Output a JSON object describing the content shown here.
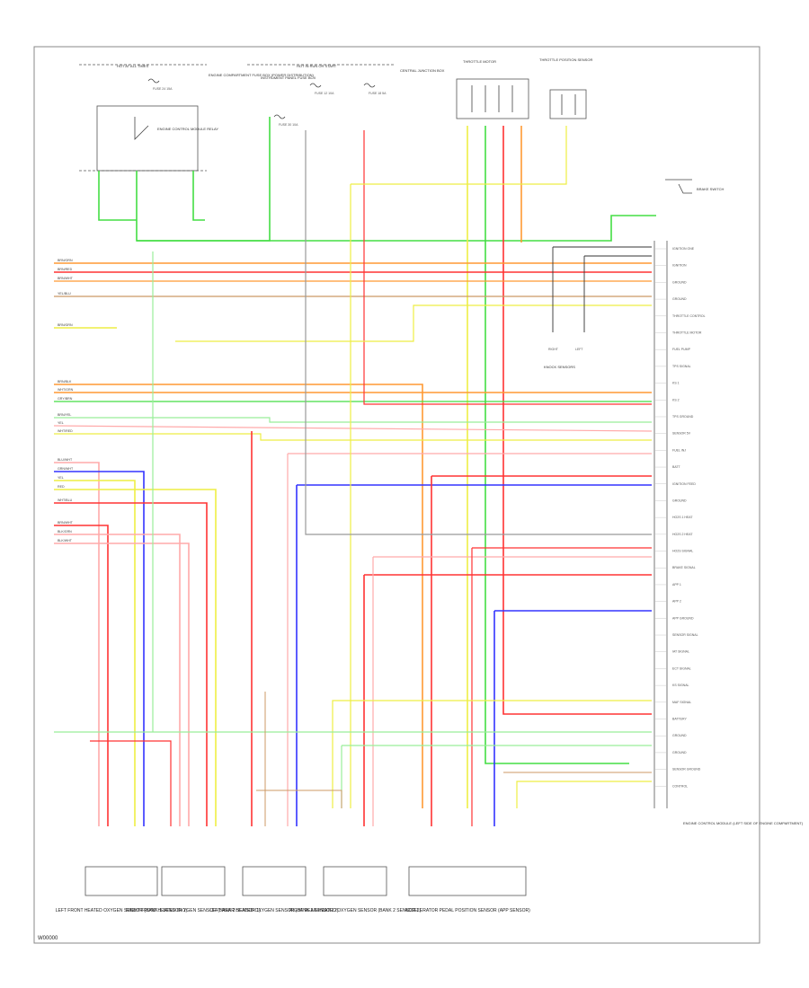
{
  "figure_id": "W00000",
  "sections": {
    "hot_at_all_times": "HOT AT ALL TIMES",
    "hot_run_start": "HOT IN RUN OR START"
  },
  "fuses": [
    {
      "id": "fuse-a",
      "label": "FUSE 24 15A"
    },
    {
      "id": "fuse-b",
      "label": "FUSE 12 10A"
    },
    {
      "id": "fuse-c",
      "label": "FUSE 18 5A"
    },
    {
      "id": "fuse-d",
      "label": "FUSE 30 10A"
    }
  ],
  "components": {
    "engine_ecu_relay": "ENGINE CONTROL MODULE RELAY",
    "engine_compartment_fuse_box": "ENGINE COMPARTMENT FUSE BOX (POWER DISTRIBUTION)",
    "instrument_fuse_box": "INSTRUMENT PANEL FUSE BOX",
    "central_junction": "CENTRAL JUNCTION BOX",
    "throttle_motor": "THROTTLE MOTOR",
    "throttle_position_sensor": "THROTTLE POSITION SENSOR",
    "brake_switch": "BRAKE SWITCH",
    "knock_sensors": "KNOCK SENSORS",
    "ecm": "ENGINE CONTROL MODULE (LEFT SIDE OF ENGINE COMPARTMENT)"
  },
  "bottom_components": [
    {
      "id": "left-front-heated-oxygen",
      "label": "LEFT FRONT HEATED OXYGEN SENSOR (BANK 1 SENSOR 1)"
    },
    {
      "id": "right-front-heated-oxygen",
      "label": "RIGHT FRONT HEATED OXYGEN SENSOR (BANK 2 SENSOR 1)"
    },
    {
      "id": "left-rear-heated-oxygen",
      "label": "LEFT REAR HEATED OXYGEN SENSOR (BANK 1 SENSOR 2)"
    },
    {
      "id": "right-rear-heated-oxygen",
      "label": "RIGHT REAR HEATED OXYGEN SENSOR (BANK 2 SENSOR 2)"
    },
    {
      "id": "accelerator-pedal",
      "label": "ACCELERATOR PEDAL POSITION SENSOR (APP SENSOR)"
    }
  ],
  "right_side_labels": [
    "IGNITION ONE",
    "IGNITION",
    "GROUND",
    "GROUND",
    "THROTTLE CONTROL",
    "THROTTLE MOTOR",
    "FUEL PUMP",
    "TPS SIGNAL",
    "KS 1",
    "KS 2",
    "TPS GROUND",
    "SENSOR 5V",
    "FUEL INJ",
    "BATT",
    "IGNITION FEED",
    "GROUND",
    "HO2S 1 HEAT",
    "HO2S 2 HEAT",
    "HO2S SIGNAL",
    "BRAKE SIGNAL",
    "APP 1",
    "APP 2",
    "APP GROUND",
    "SENSOR SIGNAL",
    "IAT SIGNAL",
    "ECT SIGNAL",
    "KS SIGNAL",
    "MAF SIGNAL",
    "BATTERY",
    "GROUND",
    "GROUND",
    "SENSOR GROUND",
    "CONTROL"
  ],
  "left_wires": [
    "BRN/ORN",
    "BRN/RED",
    "BRN/WHT",
    "YEL/BLU",
    "BRN/GRN",
    "BRN/BLK",
    "WHT/GRN",
    "GRY/BRN",
    "BRN/YEL",
    "YEL",
    "WHT/RED",
    "BLU/WHT",
    "GRN/WHT",
    "YEL",
    "RED",
    "WHT/BLU",
    "BRN/WHT",
    "BLK/GRN",
    "BLK/WHT"
  ],
  "knock_labels": [
    "RIGHT",
    "LEFT"
  ],
  "colors": {
    "green": "#44dd44",
    "red": "#ff3333",
    "orange": "#ff9933",
    "yellow": "#eeee44",
    "blue": "#3333ff",
    "gray": "#999999",
    "black": "#333333",
    "pink": "#ffaaaa",
    "brown": "#cc9966",
    "lightgreen": "#99ee99"
  }
}
